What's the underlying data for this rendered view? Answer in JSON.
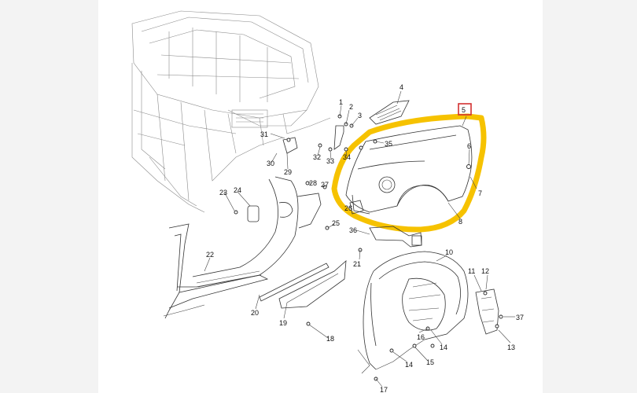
{
  "diagram": {
    "highlight_color": "#f6c200",
    "marker_color": "#d23030",
    "callouts": [
      {
        "label": "1"
      },
      {
        "label": "2"
      },
      {
        "label": "3"
      },
      {
        "label": "4"
      },
      {
        "label": "5"
      },
      {
        "label": "6"
      },
      {
        "label": "7"
      },
      {
        "label": "8"
      },
      {
        "label": "10"
      },
      {
        "label": "11"
      },
      {
        "label": "12"
      },
      {
        "label": "13"
      },
      {
        "label": "14"
      },
      {
        "label": "14"
      },
      {
        "label": "15"
      },
      {
        "label": "16"
      },
      {
        "label": "17"
      },
      {
        "label": "18"
      },
      {
        "label": "19"
      },
      {
        "label": "20"
      },
      {
        "label": "21"
      },
      {
        "label": "22"
      },
      {
        "label": "23"
      },
      {
        "label": "24"
      },
      {
        "label": "25"
      },
      {
        "label": "26"
      },
      {
        "label": "27"
      },
      {
        "label": "28"
      },
      {
        "label": "29"
      },
      {
        "label": "30"
      },
      {
        "label": "31"
      },
      {
        "label": "32"
      },
      {
        "label": "33"
      },
      {
        "label": "34"
      },
      {
        "label": "35"
      },
      {
        "label": "36"
      },
      {
        "label": "37"
      }
    ]
  }
}
